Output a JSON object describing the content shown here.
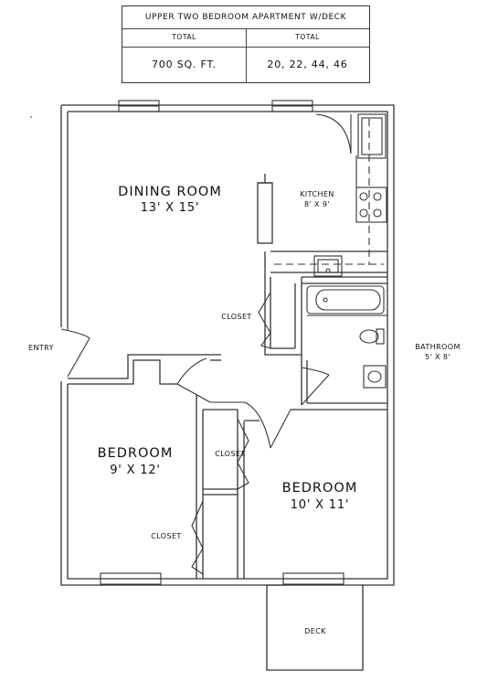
{
  "header_table": {
    "title": "UPPER TWO BEDROOM APARTMENT W/DECK",
    "left_header": "TOTAL",
    "right_header": "TOTAL",
    "left_value": "700 SQ. FT.",
    "right_value": "20, 22, 44, 46"
  },
  "rooms": {
    "dining": {
      "name": "DINING ROOM",
      "size": "13' X 15'"
    },
    "kitchen": {
      "name": "KITCHEN",
      "size": "8' X 9'"
    },
    "bedroom_left": {
      "name": "BEDROOM",
      "size": "9' X 12'"
    },
    "bedroom_right": {
      "name": "BEDROOM",
      "size": "10' X 11'"
    },
    "bathroom": {
      "name": "BATHROOM",
      "size": "5' X 8'"
    }
  },
  "labels": {
    "entry": "ENTRY",
    "closet_hall": "CLOSET",
    "closet_middle": "CLOSET",
    "closet_lower": "CLOSET",
    "deck": "DECK"
  },
  "colors": {
    "line": "#333333",
    "paper": "#ffffff"
  }
}
